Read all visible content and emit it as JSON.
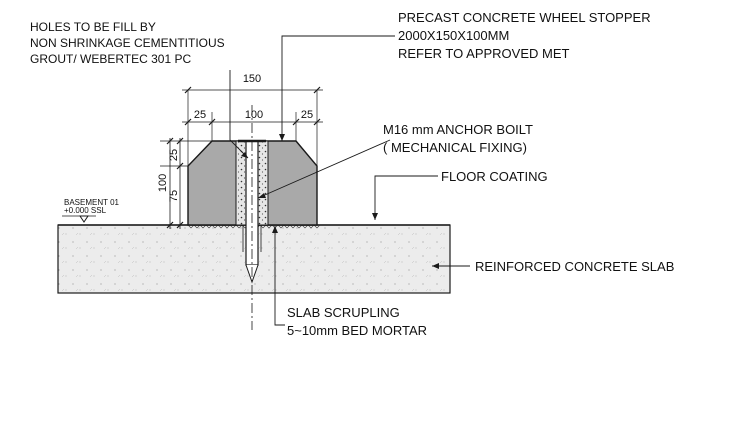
{
  "colors": {
    "line": "#1a1a1a",
    "stopper_fill": "#a9a9a9",
    "grout_fill": "#e6e6e6",
    "slab_fill": "#ececec",
    "background": "#ffffff"
  },
  "labels": {
    "grout_note": [
      "HOLES TO BE FILL BY",
      "NON SHRINKAGE CEMENTITIOUS",
      "GROUT/ WEBERTEC 301 PC"
    ],
    "stopper_note": [
      "PRECAST CONCRETE WHEEL STOPPER",
      "2000X150X100MM",
      "REFER TO APPROVED MET"
    ],
    "anchor_note": [
      "M16 mm ANCHOR BOILT",
      "( MECHANICAL FIXING)"
    ],
    "floor_coating": "FLOOR COATING",
    "reinforced_slab": "REINFORCED CONCRETE SLAB",
    "slab_note": [
      "SLAB SCRUPLING",
      "5~10mm BED MORTAR"
    ],
    "level_marker": [
      "BASEMENT 01",
      "+0.000 SSL"
    ]
  },
  "dimensions": {
    "overall_width": "150",
    "left_chamfer": "25",
    "center_width": "100",
    "right_chamfer": "25",
    "total_height": "100",
    "upper_height": "25",
    "lower_height": "75"
  }
}
